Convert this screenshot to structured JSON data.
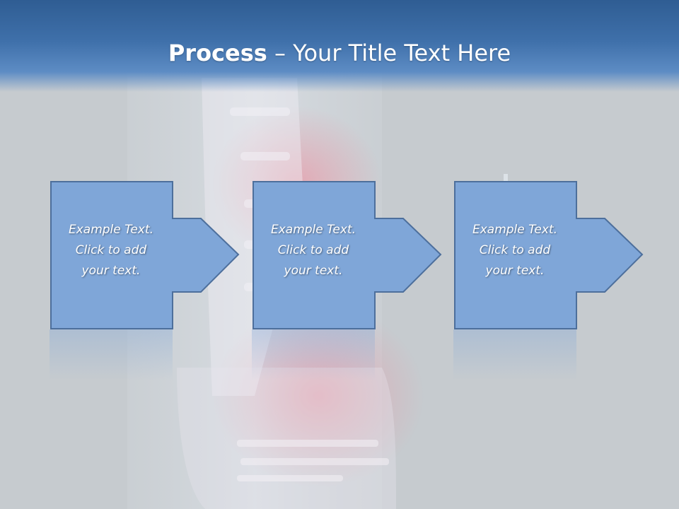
{
  "title": {
    "bold": "Process",
    "rest": " – Your Title Text Here"
  },
  "steps": [
    {
      "lines": [
        "Example Text.",
        "Click  to add",
        "your text."
      ]
    },
    {
      "lines": [
        "Example Text.",
        "Click  to add",
        "your text."
      ]
    },
    {
      "lines": [
        "Example Text.",
        "Click  to add",
        "your text."
      ]
    }
  ],
  "colors": {
    "title_bar": "#3f70aa",
    "box_fill": "#7fa6d8",
    "box_stroke": "#4d6f9c",
    "background": "#c6cbcf"
  }
}
